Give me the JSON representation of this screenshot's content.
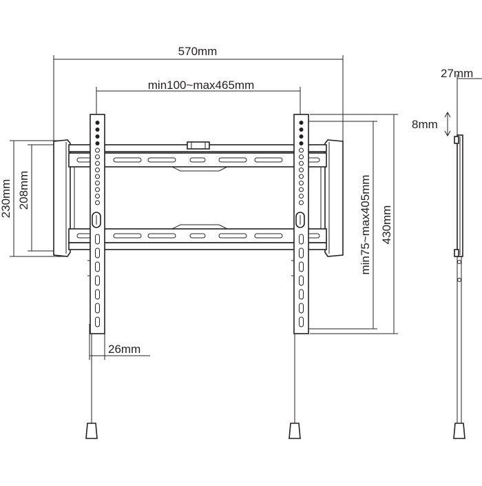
{
  "diagram": {
    "labels": {
      "overall_width": "570mm",
      "vesa_horizontal": "min100~max465mm",
      "depth": "27mm",
      "tilt_gap": "8mm",
      "outer_height": "230mm",
      "inner_height": "208mm",
      "vesa_vertical": "min75~max405mm",
      "arm_height": "430mm",
      "arm_width": "26mm"
    },
    "colors": {
      "line": "#231f20",
      "background": "#ffffff"
    }
  }
}
